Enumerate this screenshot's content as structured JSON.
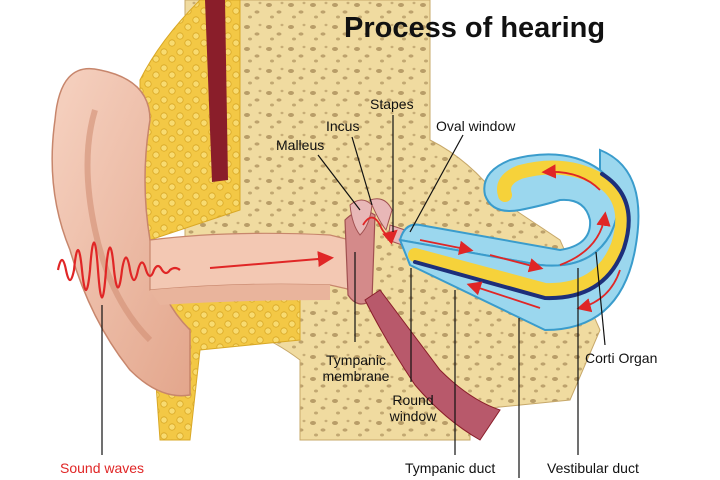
{
  "title": "Process of hearing",
  "labels": {
    "stapes": "Stapes",
    "incus": "Incus",
    "malleus": "Malleus",
    "oval_window": "Oval window",
    "tympanic_membrane": "Tympanic membrane",
    "round_window": "Round window",
    "corti_organ": "Corti Organ",
    "sound_waves": "Sound waves",
    "tympanic_duct": "Tympanic duct",
    "vestibular_duct": "Vestibular duct"
  },
  "colors": {
    "skin": "#f2c4ae",
    "skin_dark": "#d99a80",
    "bone": "#f0dba0",
    "fat": "#f3c845",
    "cochlea_fluid": "#9bd7ee",
    "cochlea_outline": "#3a9ccc",
    "cochlear_duct": "#f6d23a",
    "corti_band": "#1d2f7a",
    "arrow": "#e02626",
    "sound_label": "#e02626",
    "canal_muscle": "#8a1e2a"
  }
}
